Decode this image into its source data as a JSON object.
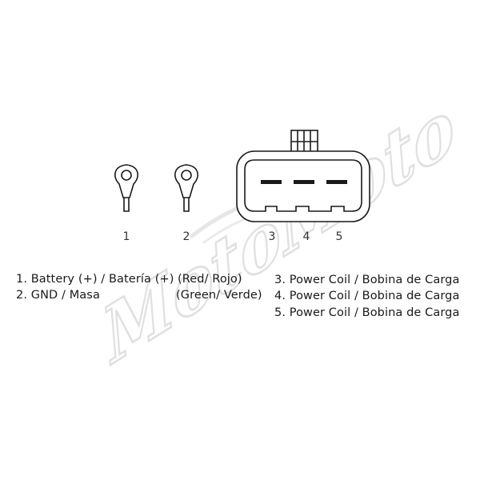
{
  "watermark": {
    "text": "MotoMoto",
    "color": "#c8c8c8"
  },
  "pins": {
    "p1": "1",
    "p2": "2",
    "p3": "3",
    "p4": "4",
    "p5": "5"
  },
  "legend": {
    "line1": "1. Battery (+) / Batería (+)",
    "line1_color": "(Red/ Rojo)",
    "line2": "2. GND / Masa",
    "line2_color": "(Green/ Verde)",
    "line3": "3. Power Coil / Bobina de Carga",
    "line4": "4. Power Coil / Bobina de Carga",
    "line5": "5. Power Coil / Bobina de Carga"
  },
  "colors": {
    "line": "#1a1a1a",
    "background": "#ffffff"
  }
}
